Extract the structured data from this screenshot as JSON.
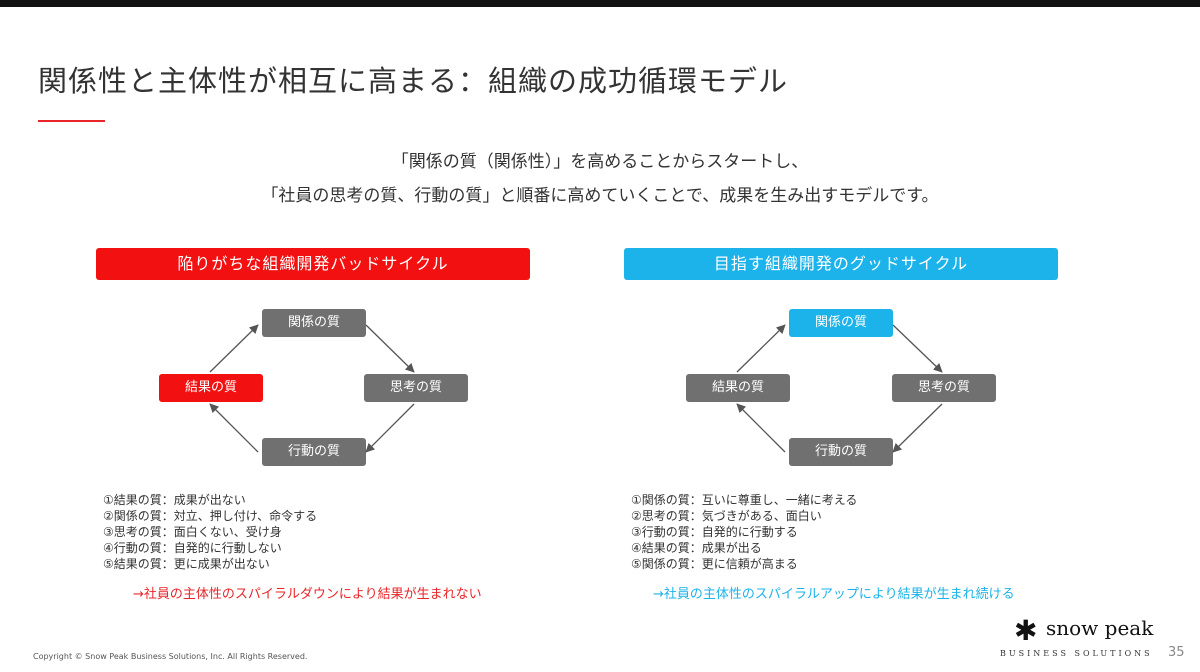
{
  "title": "関係性と主体性が相互に高まる：組織の成功循環モデル",
  "intro": {
    "line1": "「関係の質（関係性）」を高めることからスタートし、",
    "line2": "「社員の思考の質、行動の質」と順番に高めていくことで、成果を生み出すモデルです。"
  },
  "bad_cycle": {
    "banner": "陥りがちな組織開発バッドサイクル",
    "nodes": {
      "top": "関係の質",
      "right": "思考の質",
      "bottom": "行動の質",
      "left": "結果の質"
    },
    "items": [
      "①結果の質：成果が出ない",
      "②関係の質：対立、押し付け、命令する",
      "③思考の質：面白くない、受け身",
      "④行動の質：自発的に行動しない",
      "⑤結果の質：更に成果が出ない"
    ],
    "conclusion": "→社員の主体性のスパイラルダウンにより結果が生まれない"
  },
  "good_cycle": {
    "banner": "目指す組織開発のグッドサイクル",
    "nodes": {
      "top": "関係の質",
      "right": "思考の質",
      "bottom": "行動の質",
      "left": "結果の質"
    },
    "items": [
      "①関係の質：互いに尊重し、一緒に考える",
      "②思考の質：気づきがある、面白い",
      "③行動の質：自発的に行動する",
      "④結果の質：成果が出る",
      "⑤関係の質：更に信頼が高まる"
    ],
    "conclusion": "→社員の主体性のスパイラルアップにより結果が生まれ続ける"
  },
  "footer": {
    "copyright": "Copyright © Snow Peak Business Solutions, Inc. All Rights Reserved.",
    "logo_mark": "✱",
    "logo_name": "snow peak",
    "logo_sub": "BUSINESS SOLUTIONS",
    "page_number": "35"
  },
  "colors": {
    "accent_red": "#f21010",
    "accent_blue": "#1bb3ea",
    "node_gray": "#707070"
  }
}
